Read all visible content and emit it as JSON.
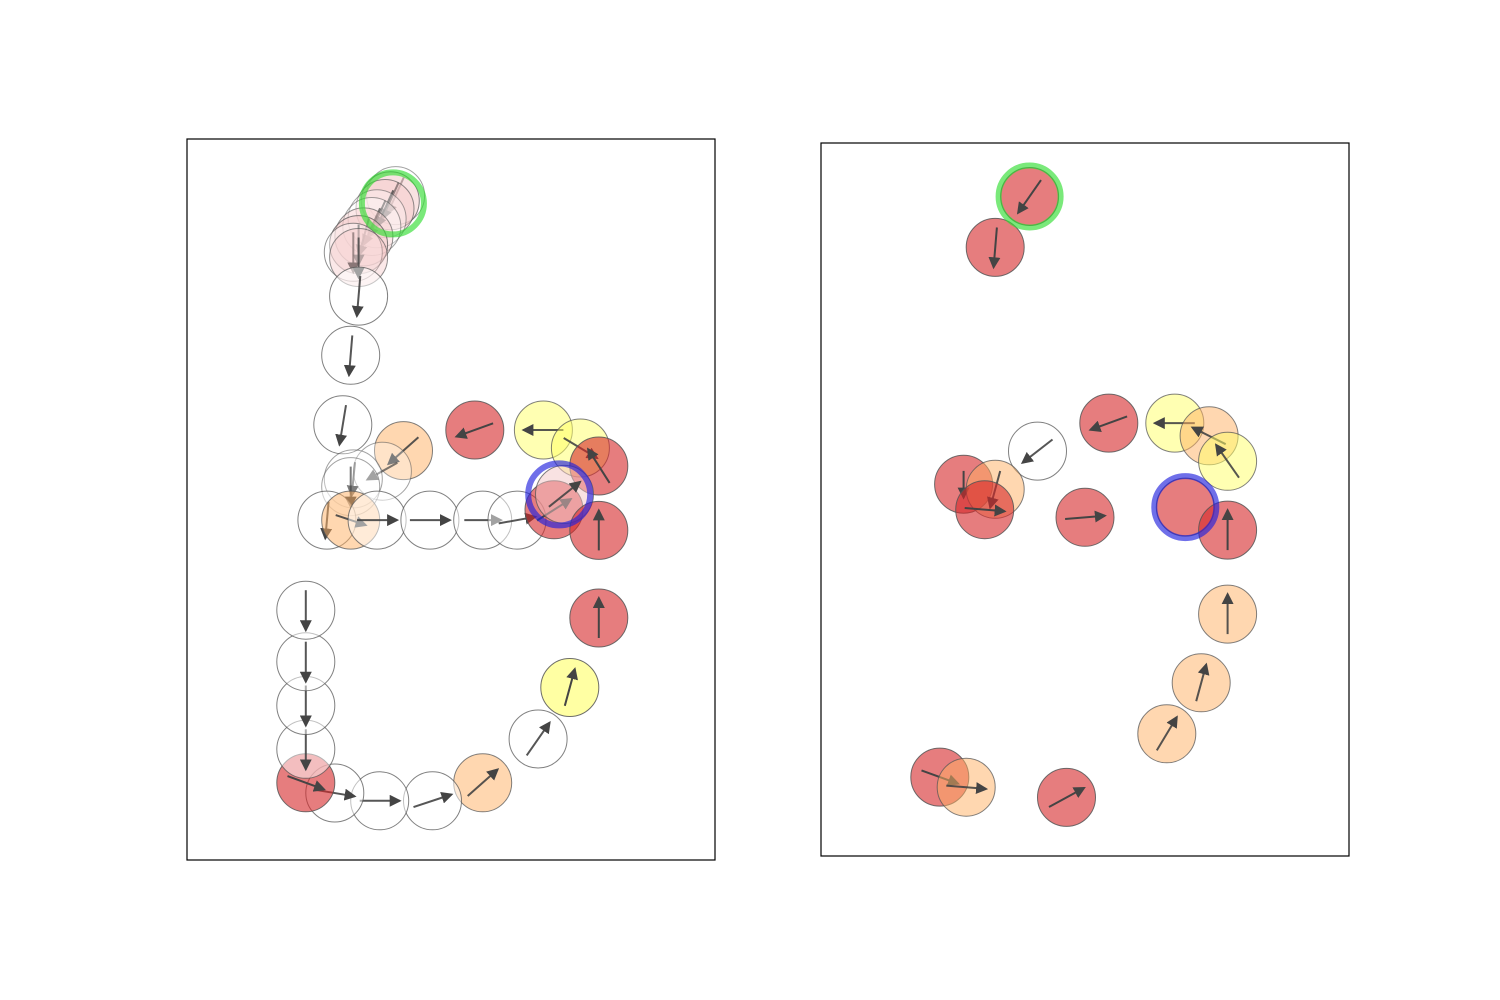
{
  "colors": {
    "background": "#ffffff",
    "frame": "#000000",
    "arrow": "#444444",
    "circle_edge": "#555555",
    "start_ring": "#33dd33",
    "end_ring": "#2222dd"
  },
  "chart_data": [
    {
      "type": "scatter",
      "panel": "left",
      "title": "",
      "xlabel": "",
      "ylabel": "",
      "xlim": [
        0,
        20
      ],
      "ylim": [
        0,
        28
      ],
      "ticks": "none",
      "grid": false,
      "legend": "none",
      "fill_colors": {
        "red": "#d62728",
        "orange": "#ffb062",
        "yellow": "#ffff66",
        "none": "#ffffff",
        "pink": "#f4c6c6"
      },
      "start_marker": {
        "x": 7.8,
        "y": 25.5
      },
      "end_marker": {
        "x": 14.1,
        "y": 14.2
      },
      "points": [
        {
          "x": 7.9,
          "y": 25.8,
          "dx": -0.5,
          "dy": -1.1,
          "color": "none",
          "alpha": 0.3
        },
        {
          "x": 7.7,
          "y": 25.6,
          "dx": -0.5,
          "dy": -1.1,
          "color": "pink",
          "alpha": 0.5
        },
        {
          "x": 7.5,
          "y": 25.3,
          "dx": -0.5,
          "dy": -1.1,
          "color": "pink",
          "alpha": 0.4
        },
        {
          "x": 7.2,
          "y": 24.9,
          "dx": -0.5,
          "dy": -1.1,
          "color": "none",
          "alpha": 0.3
        },
        {
          "x": 7.0,
          "y": 24.6,
          "dx": -0.5,
          "dy": -1.1,
          "color": "none",
          "alpha": 0.3
        },
        {
          "x": 6.7,
          "y": 24.2,
          "dx": -0.3,
          "dy": -1.1,
          "color": "pink",
          "alpha": 0.4
        },
        {
          "x": 6.5,
          "y": 23.9,
          "dx": 0.0,
          "dy": -1.2,
          "color": "pink",
          "alpha": 0.5
        },
        {
          "x": 6.3,
          "y": 23.6,
          "dx": 0.0,
          "dy": -1.2,
          "color": "none",
          "alpha": 0.4
        },
        {
          "x": 6.5,
          "y": 23.4,
          "dx": 0.0,
          "dy": -1.2,
          "color": "pink",
          "alpha": 0.4
        },
        {
          "x": 6.5,
          "y": 21.9,
          "dx": -0.1,
          "dy": -1.2,
          "color": "none",
          "alpha": 0.5
        },
        {
          "x": 6.2,
          "y": 19.6,
          "dx": -0.1,
          "dy": -1.2,
          "color": "none",
          "alpha": 0.5
        },
        {
          "x": 5.9,
          "y": 16.9,
          "dx": -0.2,
          "dy": -1.2,
          "color": "none",
          "alpha": 0.5
        },
        {
          "x": 8.2,
          "y": 15.9,
          "dx": -0.9,
          "dy": -0.8,
          "color": "orange",
          "alpha": 0.5
        },
        {
          "x": 7.4,
          "y": 15.1,
          "dx": -0.9,
          "dy": -0.5,
          "color": "none",
          "alpha": 0.3
        },
        {
          "x": 6.3,
          "y": 14.8,
          "dx": -0.1,
          "dy": -1.0,
          "color": "none",
          "alpha": 0.3
        },
        {
          "x": 6.2,
          "y": 14.5,
          "dx": 0.0,
          "dy": -1.2,
          "color": "none",
          "alpha": 0.3
        },
        {
          "x": 5.3,
          "y": 13.2,
          "dx": -0.1,
          "dy": -1.1,
          "color": "none",
          "alpha": 0.5
        },
        {
          "x": 6.2,
          "y": 13.2,
          "dx": 0.9,
          "dy": -0.3,
          "color": "orange",
          "alpha": 0.5
        },
        {
          "x": 7.2,
          "y": 13.2,
          "dx": 1.2,
          "dy": 0.0,
          "color": "none",
          "alpha": 0.5
        },
        {
          "x": 9.2,
          "y": 13.2,
          "dx": 1.2,
          "dy": 0.0,
          "color": "none",
          "alpha": 0.5
        },
        {
          "x": 11.2,
          "y": 13.2,
          "dx": 1.1,
          "dy": 0.0,
          "color": "none",
          "alpha": 0.5
        },
        {
          "x": 12.5,
          "y": 13.2,
          "dx": 1.1,
          "dy": 0.2,
          "color": "none",
          "alpha": 0.5
        },
        {
          "x": 10.9,
          "y": 16.7,
          "dx": -1.1,
          "dy": -0.4,
          "color": "red",
          "alpha": 0.6
        },
        {
          "x": 13.5,
          "y": 16.7,
          "dx": -1.2,
          "dy": 0.0,
          "color": "yellow",
          "alpha": 0.5
        },
        {
          "x": 14.9,
          "y": 16.0,
          "dx": 1.0,
          "dy": -0.6,
          "color": "yellow",
          "alpha": 0.5
        },
        {
          "x": 15.6,
          "y": 15.3,
          "dx": -0.7,
          "dy": 1.1,
          "color": "red",
          "alpha": 0.6
        },
        {
          "x": 13.9,
          "y": 13.6,
          "dx": 1.1,
          "dy": 0.7,
          "color": "red",
          "alpha": 0.6
        },
        {
          "x": 14.3,
          "y": 14.2,
          "dx": 1.0,
          "dy": 0.8,
          "color": "pink",
          "alpha": 0.5
        },
        {
          "x": 15.6,
          "y": 12.8,
          "dx": 0.0,
          "dy": 1.2,
          "color": "red",
          "alpha": 0.6
        },
        {
          "x": 15.6,
          "y": 9.4,
          "dx": 0.0,
          "dy": 1.2,
          "color": "red",
          "alpha": 0.6
        },
        {
          "x": 14.5,
          "y": 6.7,
          "dx": 0.3,
          "dy": 1.1,
          "color": "yellow",
          "alpha": 0.6
        },
        {
          "x": 13.3,
          "y": 4.7,
          "dx": 0.7,
          "dy": 1.0,
          "color": "none",
          "alpha": 0.5
        },
        {
          "x": 11.2,
          "y": 3.0,
          "dx": 0.9,
          "dy": 0.8,
          "color": "orange",
          "alpha": 0.5
        },
        {
          "x": 9.3,
          "y": 2.3,
          "dx": 1.2,
          "dy": 0.4,
          "color": "none",
          "alpha": 0.5
        },
        {
          "x": 7.3,
          "y": 2.3,
          "dx": 1.2,
          "dy": 0.0,
          "color": "none",
          "alpha": 0.5
        },
        {
          "x": 5.6,
          "y": 2.6,
          "dx": 1.2,
          "dy": -0.2,
          "color": "none",
          "alpha": 0.5
        },
        {
          "x": 4.5,
          "y": 3.0,
          "dx": 1.1,
          "dy": -0.4,
          "color": "red",
          "alpha": 0.6
        },
        {
          "x": 4.5,
          "y": 4.3,
          "dx": 0.0,
          "dy": -1.2,
          "color": "none",
          "alpha": 0.5
        },
        {
          "x": 4.5,
          "y": 6.0,
          "dx": 0.0,
          "dy": -1.2,
          "color": "none",
          "alpha": 0.5
        },
        {
          "x": 4.5,
          "y": 7.7,
          "dx": 0.0,
          "dy": -1.2,
          "color": "none",
          "alpha": 0.5
        },
        {
          "x": 4.5,
          "y": 9.7,
          "dx": 0.0,
          "dy": -1.2,
          "color": "none",
          "alpha": 0.5
        }
      ]
    },
    {
      "type": "scatter",
      "panel": "right",
      "title": "",
      "xlabel": "",
      "ylabel": "",
      "xlim": [
        0,
        20
      ],
      "ylim": [
        0,
        28
      ],
      "ticks": "none",
      "grid": false,
      "legend": "none",
      "fill_colors": {
        "red": "#d62728",
        "orange": "#ffb062",
        "yellow": "#ffff66",
        "none": "#ffffff",
        "pink": "#f4c6c6"
      },
      "start_marker": {
        "x": 7.9,
        "y": 25.9
      },
      "end_marker": {
        "x": 13.8,
        "y": 13.7
      },
      "points": [
        {
          "x": 7.9,
          "y": 25.9,
          "dx": -0.7,
          "dy": -1.0,
          "color": "red",
          "alpha": 0.6
        },
        {
          "x": 6.6,
          "y": 23.9,
          "dx": -0.1,
          "dy": -1.2,
          "color": "red",
          "alpha": 0.6
        },
        {
          "x": 8.2,
          "y": 15.9,
          "dx": -0.9,
          "dy": -0.7,
          "color": "none",
          "alpha": 0.5
        },
        {
          "x": 10.9,
          "y": 17.0,
          "dx": -1.1,
          "dy": -0.4,
          "color": "red",
          "alpha": 0.6
        },
        {
          "x": 13.4,
          "y": 17.0,
          "dx": -1.2,
          "dy": 0.0,
          "color": "yellow",
          "alpha": 0.5
        },
        {
          "x": 14.7,
          "y": 16.5,
          "dx": -1.0,
          "dy": 0.5,
          "color": "orange",
          "alpha": 0.5
        },
        {
          "x": 15.4,
          "y": 15.5,
          "dx": -0.7,
          "dy": 1.0,
          "color": "yellow",
          "alpha": 0.5
        },
        {
          "x": 5.4,
          "y": 14.6,
          "dx": 0.0,
          "dy": -0.8,
          "color": "red",
          "alpha": 0.6
        },
        {
          "x": 6.6,
          "y": 14.4,
          "dx": -0.3,
          "dy": -1.1,
          "color": "orange",
          "alpha": 0.5
        },
        {
          "x": 6.2,
          "y": 13.6,
          "dx": 1.2,
          "dy": -0.1,
          "color": "red",
          "alpha": 0.6
        },
        {
          "x": 10.0,
          "y": 13.3,
          "dx": 1.2,
          "dy": 0.1,
          "color": "red",
          "alpha": 0.6
        },
        {
          "x": 13.8,
          "y": 13.7,
          "dx": 0.0,
          "dy": 0.0,
          "color": "red",
          "alpha": 0.6
        },
        {
          "x": 15.4,
          "y": 12.8,
          "dx": 0.0,
          "dy": 1.2,
          "color": "red",
          "alpha": 0.6
        },
        {
          "x": 15.4,
          "y": 9.5,
          "dx": 0.0,
          "dy": 1.2,
          "color": "orange",
          "alpha": 0.5
        },
        {
          "x": 14.4,
          "y": 6.8,
          "dx": 0.3,
          "dy": 1.1,
          "color": "orange",
          "alpha": 0.5
        },
        {
          "x": 13.1,
          "y": 4.8,
          "dx": 0.6,
          "dy": 1.0,
          "color": "orange",
          "alpha": 0.5
        },
        {
          "x": 9.3,
          "y": 2.3,
          "dx": 1.1,
          "dy": 0.6,
          "color": "red",
          "alpha": 0.6
        },
        {
          "x": 4.5,
          "y": 3.1,
          "dx": 1.1,
          "dy": -0.4,
          "color": "red",
          "alpha": 0.6
        },
        {
          "x": 5.5,
          "y": 2.7,
          "dx": 1.2,
          "dy": -0.1,
          "color": "orange",
          "alpha": 0.5
        }
      ]
    }
  ]
}
